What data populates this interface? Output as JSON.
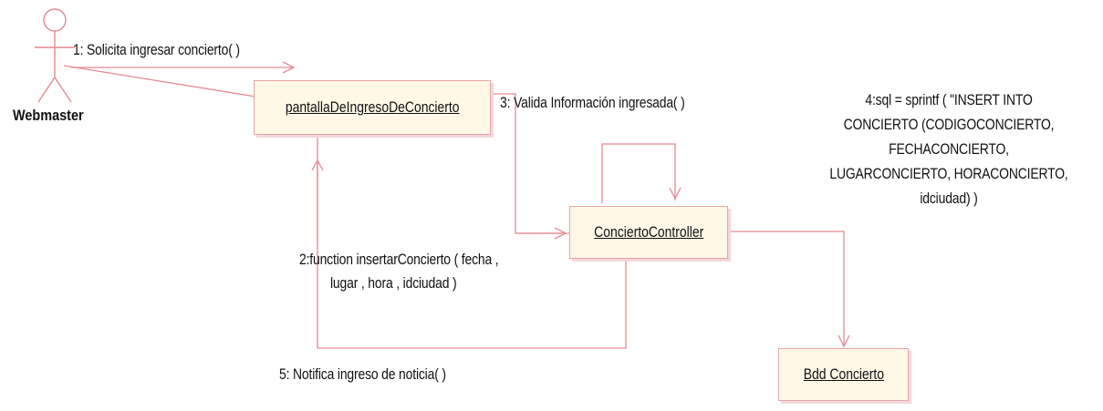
{
  "actor": {
    "name": "Webmaster"
  },
  "objects": {
    "pantalla": "pantallaDeIngresoDeConcierto",
    "controller": "ConciertoController",
    "bdd": "Bdd Concierto"
  },
  "messages": {
    "m1": "1: Solicita ingresar concierto(  )",
    "m2_line1": "2:function insertarConcierto ( fecha ,",
    "m2_line2": "lugar , hora , idciudad )",
    "m3": "3: Valida Información ingresada(  )",
    "m4_line1": "4:sql = sprintf ( \"INSERT INTO",
    "m4_line2": "CONCIERTO (CODIGOCONCIERTO,",
    "m4_line3": "FECHACONCIERTO,",
    "m4_line4": "LUGARCONCIERTO, HORACONCIERTO,",
    "m4_line5": "idciudad) )",
    "m5": "5: Notifica ingreso de noticia(  )"
  },
  "colors": {
    "line": "#e48a92",
    "box_fill": "#fff8e6",
    "box_border": "#e9a3a8"
  }
}
